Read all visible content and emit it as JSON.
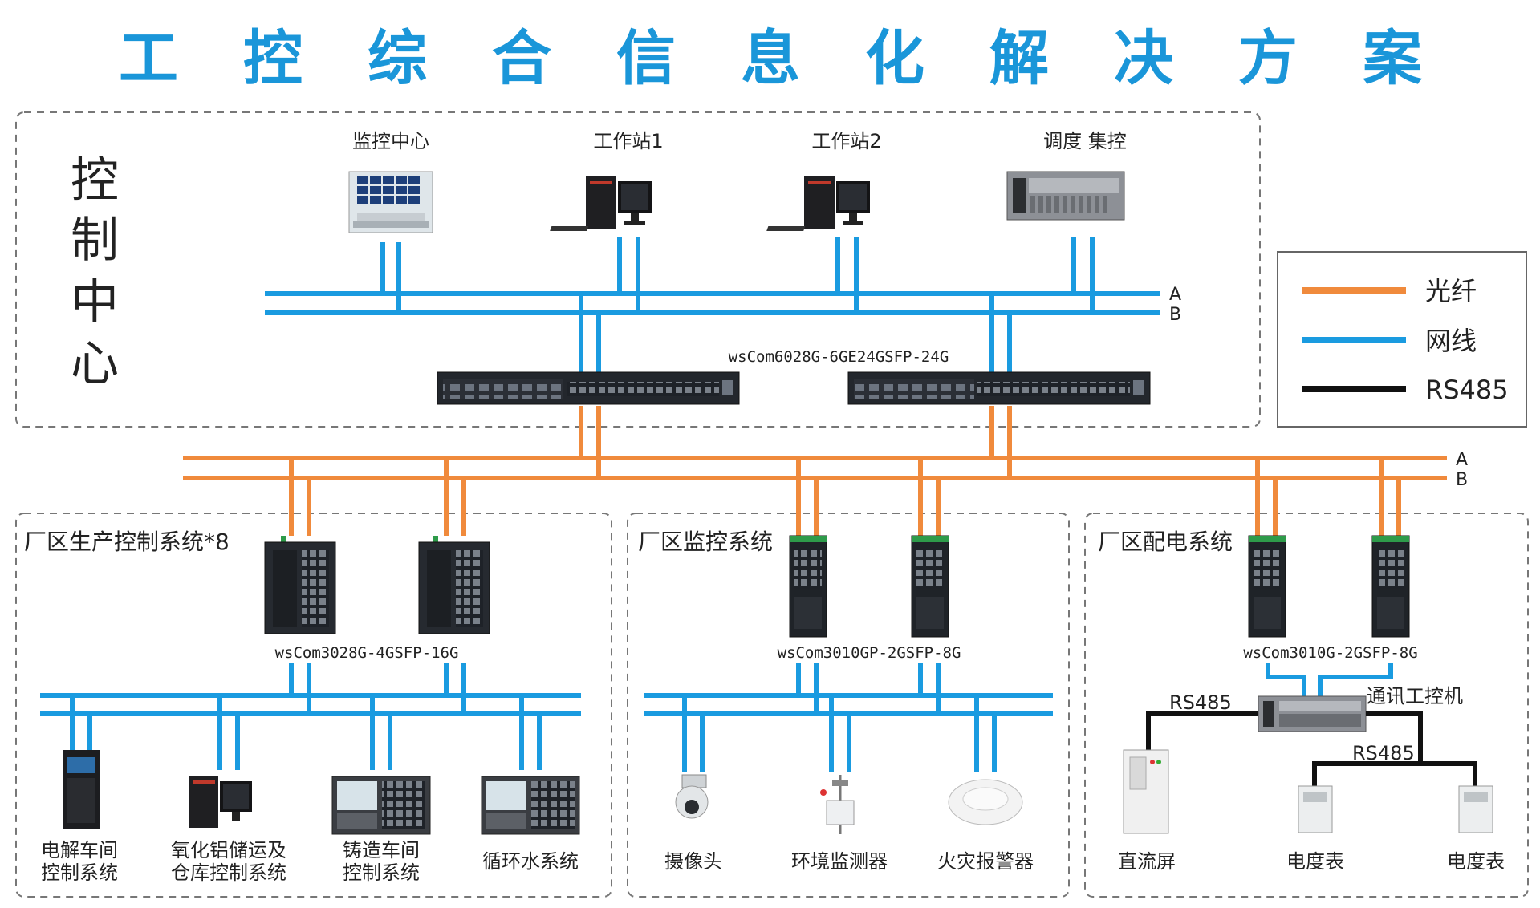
{
  "title_chars": [
    "工",
    "控",
    "综",
    "合",
    "信",
    "息",
    "化",
    "解",
    "决",
    "方",
    "案"
  ],
  "control_center": {
    "label_chars": [
      "控",
      "制",
      "中",
      "心"
    ],
    "nodes": [
      {
        "label": "监控中心",
        "icon": "monitor-wall-icon"
      },
      {
        "label": "工作站1",
        "icon": "desktop-pc-icon"
      },
      {
        "label": "工作站2",
        "icon": "desktop-pc-icon"
      },
      {
        "label": "调度 集控",
        "icon": "rack-server-icon"
      }
    ],
    "core_switch_model": "wsCom6028G-6GE24GSFP-24G",
    "bus_a": "A",
    "bus_b": "B"
  },
  "fiber_bus": {
    "a": "A",
    "b": "B"
  },
  "legend": {
    "items": [
      {
        "label": "光纤",
        "color": "#f08a3c"
      },
      {
        "label": "网线",
        "color": "#1a9be0"
      },
      {
        "label": "RS485",
        "color": "#111111"
      }
    ]
  },
  "zones": [
    {
      "title": "厂区生产控制系统*8",
      "switch_model": "wsCom3028G-4GSFP-16G",
      "devices": [
        {
          "line1": "电解车间",
          "line2": "控制系统",
          "icon": "cabinet-icon"
        },
        {
          "line1": "氧化铝储运及",
          "line2": "仓库控制系统",
          "icon": "desktop-pc-icon"
        },
        {
          "line1": "铸造车间",
          "line2": "控制系统",
          "icon": "cnc-panel-icon"
        },
        {
          "line1": "循环水系统",
          "line2": "",
          "icon": "cnc-panel-icon"
        }
      ]
    },
    {
      "title": "厂区监控系统",
      "switch_model": "wsCom3010GP-2GSFP-8G",
      "devices": [
        {
          "line1": "摄像头",
          "icon": "dome-camera-icon"
        },
        {
          "line1": "环境监测器",
          "icon": "env-monitor-icon"
        },
        {
          "line1": "火灾报警器",
          "icon": "smoke-detector-icon"
        }
      ]
    },
    {
      "title": "厂区配电系统",
      "switch_model": "wsCom3010G-2GSFP-8G",
      "comm_pc": "通讯工控机",
      "rs485_a": "RS485",
      "rs485_b": "RS485",
      "devices": [
        {
          "line1": "直流屏",
          "icon": "dc-panel-icon"
        },
        {
          "line1": "电度表",
          "icon": "energy-meter-icon"
        },
        {
          "line1": "电度表",
          "icon": "energy-meter-icon"
        }
      ]
    }
  ],
  "colors": {
    "title": "#1a96d9",
    "fiber": "#f08a3c",
    "ethernet": "#1a9be0",
    "rs485": "#111111"
  }
}
